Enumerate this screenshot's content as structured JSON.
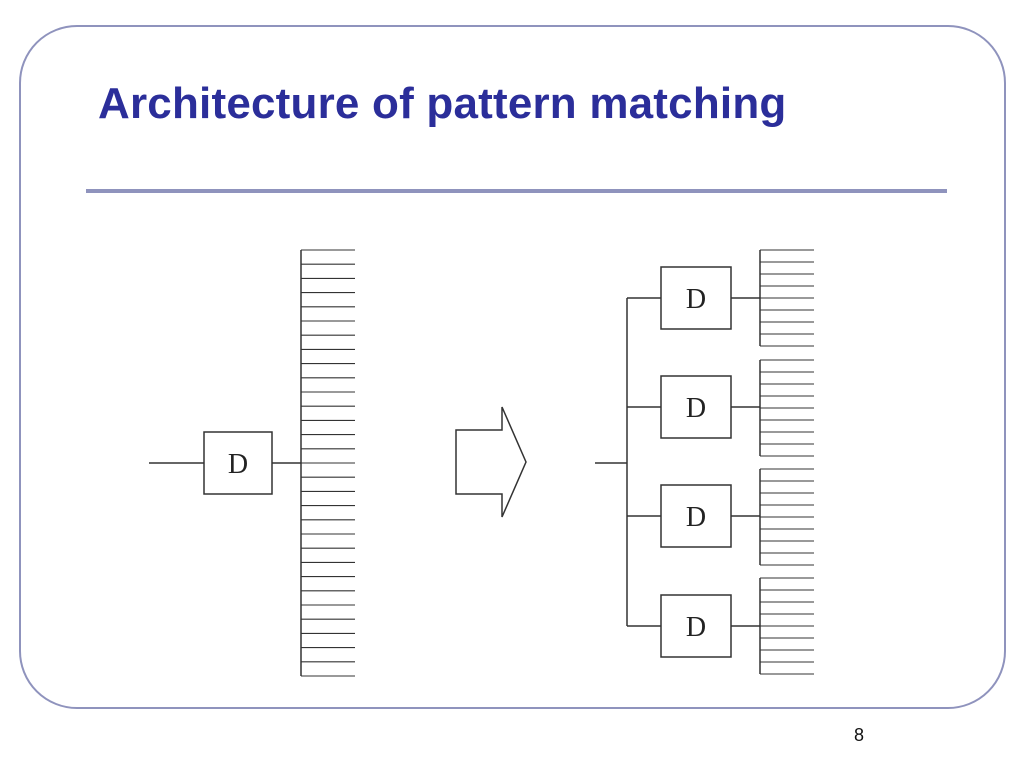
{
  "slide": {
    "title": "Architecture of pattern matching",
    "page_number": "8"
  },
  "diagram": {
    "single_stage": {
      "block_label": "D",
      "memory_rows": 30
    },
    "transform_arrow": {
      "direction": "right"
    },
    "parallel_stage": {
      "block_labels": [
        "D",
        "D",
        "D",
        "D"
      ],
      "memory_rows_per_block": 8
    },
    "colors": {
      "title": "#2b2e9a",
      "frame": "#8f93bd",
      "lines": "#333333"
    }
  }
}
